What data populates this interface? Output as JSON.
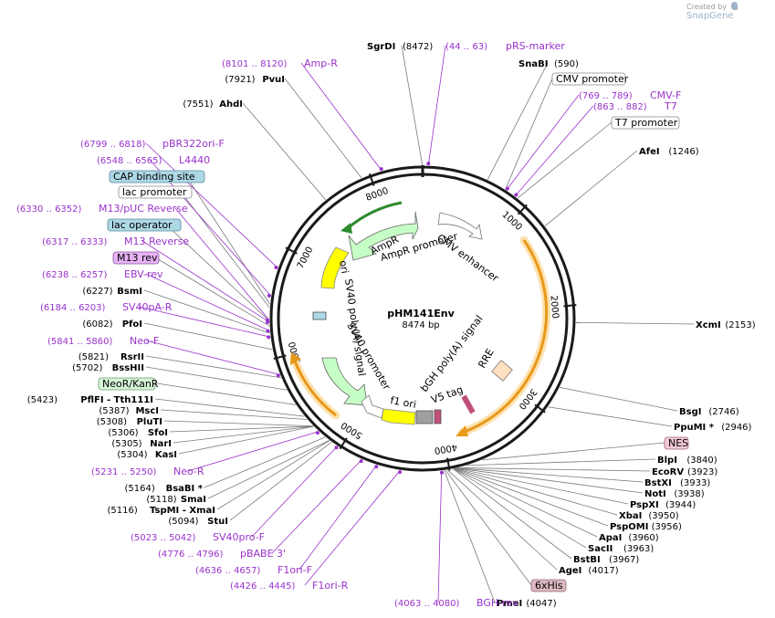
{
  "branding": {
    "created_by": "Created by",
    "product": "SnapGene"
  },
  "plasmid": {
    "name": "pHM141Env",
    "length": 8474,
    "length_label": "8474 bp"
  },
  "colors": {
    "site": "#000000",
    "primer": "#9932cc",
    "leader": "#7a7a7a",
    "primer_leader": "#9932cc",
    "ampr": "#c6ffc6",
    "green_arrow": "#2e8b2e",
    "ori": "#ffff00",
    "orange_arc": "#e8981a",
    "orange_glow": "#fde2b0",
    "rre": "#ffe0c0",
    "grey": "#a0a0a0",
    "v5": "#c0507a",
    "cap": "#add8e6",
    "m13": "#e7b3f5",
    "neo": "#d8f5d8",
    "nes": "#f2c8d4",
    "his": "#dcb8c0"
  },
  "ticks": [
    "1000",
    "2000",
    "3000",
    "4000",
    "5000",
    "6000",
    "7000",
    "8000"
  ],
  "labels": [
    {
      "kind": "site",
      "name": "SgrDI",
      "coord": "(8472)"
    },
    {
      "kind": "primer",
      "name": "pRS-marker",
      "coord": "(44 .. 63)"
    },
    {
      "kind": "site",
      "name": "SnaBI",
      "coord": "(590)"
    },
    {
      "kind": "feature",
      "name": "CMV promoter",
      "coord": ""
    },
    {
      "kind": "primer",
      "name": "CMV-F",
      "coord": "(769 .. 789)"
    },
    {
      "kind": "primer",
      "name": "T7",
      "coord": "(863 .. 882)"
    },
    {
      "kind": "feature",
      "name": "T7 promoter",
      "coord": ""
    },
    {
      "kind": "site",
      "name": "AfeI",
      "coord": "(1246)"
    },
    {
      "kind": "site",
      "name": "XcmI",
      "coord": "(2153)"
    },
    {
      "kind": "site",
      "name": "BsgI",
      "coord": "(2746)"
    },
    {
      "kind": "site",
      "name": "PpuMI *",
      "coord": "(2946)"
    },
    {
      "kind": "feature",
      "name": "NES",
      "coord": ""
    },
    {
      "kind": "site",
      "name": "BlpI",
      "coord": "(3840)"
    },
    {
      "kind": "site",
      "name": "EcoRV",
      "coord": "(3923)"
    },
    {
      "kind": "site",
      "name": "BstXI",
      "coord": "(3933)"
    },
    {
      "kind": "site",
      "name": "NotI",
      "coord": "(3938)"
    },
    {
      "kind": "site",
      "name": "PspXI",
      "coord": "(3944)"
    },
    {
      "kind": "site",
      "name": "XbaI",
      "coord": "(3950)"
    },
    {
      "kind": "site",
      "name": "PspOMI",
      "coord": "(3956)"
    },
    {
      "kind": "site",
      "name": "ApaI",
      "coord": "(3960)"
    },
    {
      "kind": "site",
      "name": "SacII",
      "coord": "(3963)"
    },
    {
      "kind": "site",
      "name": "BstBI",
      "coord": "(3967)"
    },
    {
      "kind": "site",
      "name": "AgeI",
      "coord": "(4017)"
    },
    {
      "kind": "feature",
      "name": "6xHis",
      "coord": ""
    },
    {
      "kind": "site",
      "name": "PmeI",
      "coord": "(4047)"
    },
    {
      "kind": "primer",
      "name": "BGH-rev",
      "coord": "(4063 .. 4080)"
    },
    {
      "kind": "primer",
      "name": "F1ori-R",
      "coord": "(4426 .. 4445)"
    },
    {
      "kind": "primer",
      "name": "F1ori-F",
      "coord": "(4636 .. 4657)"
    },
    {
      "kind": "primer",
      "name": "pBABE 3'",
      "coord": "(4776 .. 4796)"
    },
    {
      "kind": "primer",
      "name": "SV40pro-F",
      "coord": "(5023 .. 5042)"
    },
    {
      "kind": "site",
      "name": "StuI",
      "coord": "(5094)"
    },
    {
      "kind": "site",
      "name": "TspMI - XmaI",
      "coord": "(5116)"
    },
    {
      "kind": "site",
      "name": "SmaI",
      "coord": "(5118)"
    },
    {
      "kind": "site",
      "name": "BsaBI *",
      "coord": "(5164)"
    },
    {
      "kind": "primer",
      "name": "Neo-R",
      "coord": "(5231 .. 5250)"
    },
    {
      "kind": "site",
      "name": "KasI",
      "coord": "(5304)"
    },
    {
      "kind": "site",
      "name": "NarI",
      "coord": "(5305)"
    },
    {
      "kind": "site",
      "name": "SfoI",
      "coord": "(5306)"
    },
    {
      "kind": "site",
      "name": "PluTI",
      "coord": "(5308)"
    },
    {
      "kind": "site",
      "name": "MscI",
      "coord": "(5387)"
    },
    {
      "kind": "site",
      "name": "PflFI - Tth111I",
      "coord": "(5423)"
    },
    {
      "kind": "feature",
      "name": "NeoR/KanR",
      "coord": ""
    },
    {
      "kind": "site",
      "name": "BssHII",
      "coord": "(5702)"
    },
    {
      "kind": "site",
      "name": "RsrII",
      "coord": "(5821)"
    },
    {
      "kind": "primer",
      "name": "Neo-F",
      "coord": "(5841 .. 5860)"
    },
    {
      "kind": "site",
      "name": "PfoI",
      "coord": "(6082)"
    },
    {
      "kind": "primer",
      "name": "SV40pA-R",
      "coord": "(6184 .. 6203)"
    },
    {
      "kind": "site",
      "name": "BsmI",
      "coord": "(6227)"
    },
    {
      "kind": "primer",
      "name": "EBV-rev",
      "coord": "(6238 .. 6257)"
    },
    {
      "kind": "feature",
      "name": "M13 rev",
      "coord": ""
    },
    {
      "kind": "primer",
      "name": "M13 Reverse",
      "coord": "(6317 .. 6333)"
    },
    {
      "kind": "feature",
      "name": "lac operator",
      "coord": ""
    },
    {
      "kind": "primer",
      "name": "M13/pUC Reverse",
      "coord": "(6330 .. 6352)"
    },
    {
      "kind": "feature",
      "name": "lac promoter",
      "coord": ""
    },
    {
      "kind": "feature",
      "name": "CAP binding site",
      "coord": ""
    },
    {
      "kind": "primer",
      "name": "L4440",
      "coord": "(6548 .. 6565)"
    },
    {
      "kind": "primer",
      "name": "pBR322ori-F",
      "coord": "(6799 .. 6818)"
    },
    {
      "kind": "site",
      "name": "AhdI",
      "coord": "(7551)"
    },
    {
      "kind": "site",
      "name": "PvuI",
      "coord": "(7921)"
    },
    {
      "kind": "primer",
      "name": "Amp-R",
      "coord": "(8101 .. 8120)"
    },
    {
      "kind": "site",
      "name": "SgrDI",
      "coord": "(8472)"
    }
  ],
  "inner_labels": [
    "AmpR",
    "AmpR promoter",
    "CMV enhancer",
    "ori",
    "SV40 poly(A) signal",
    "SV40 promoter",
    "f1 ori",
    "V5 tag",
    "bGH poly(A) signal",
    "RRE"
  ]
}
